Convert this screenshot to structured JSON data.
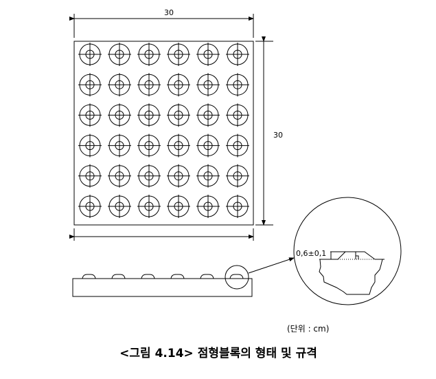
{
  "dimensions": {
    "top_width": "30",
    "right_height": "30"
  },
  "detail": {
    "height_label": "0,6±0,1"
  },
  "unit_note": "(단위 : cm)",
  "caption": "<그림 4.14> 점형블록의 형태 및 규격",
  "grid": {
    "rows": 6,
    "cols": 6
  }
}
